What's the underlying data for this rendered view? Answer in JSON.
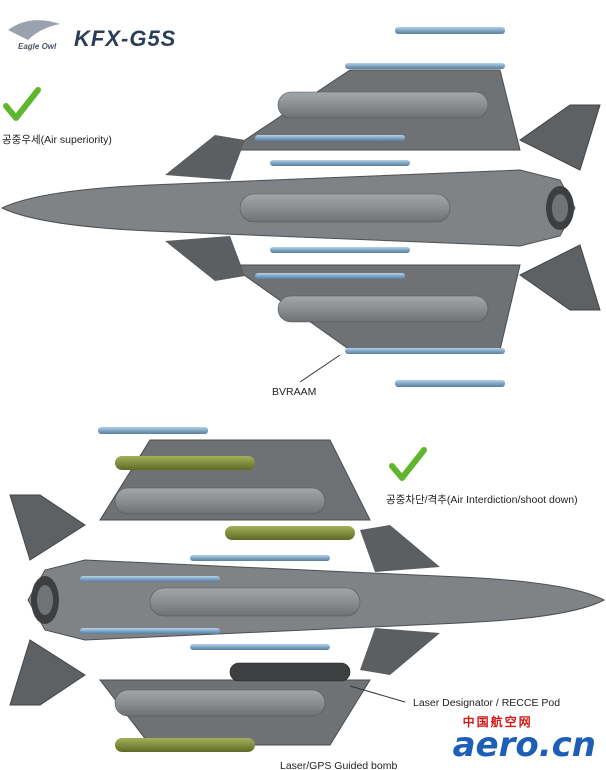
{
  "header": {
    "title": "KFX-G5S",
    "logo_text": "Eagle Owl"
  },
  "configs": [
    {
      "label": "공중우세(Air superiority)",
      "check": "check-icon"
    },
    {
      "label": "공중차단/격추(Air Interdiction/shoot down)",
      "check": "check-icon"
    }
  ],
  "callouts": {
    "bvraam": "BVRAAM",
    "laser_pod": "Laser Designator / RECCE Pod",
    "bottom_partial": "Laser/GPS Guided bomb"
  },
  "watermark": {
    "cn": "中国航空网",
    "en": "aero.cn"
  },
  "colors": {
    "body": "#75787b",
    "dark": "#4f5254",
    "tank": "#8e9194",
    "missile": "#7fa6c6",
    "bomb": "#7d8a3c",
    "check": "#5fb52c"
  }
}
